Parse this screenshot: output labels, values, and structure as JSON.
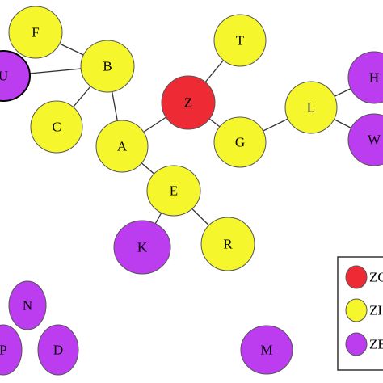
{
  "colors": {
    "red": "#ee2a35",
    "yellow": "#f5f72c",
    "purple": "#bc3cf0",
    "stroke": "#555555",
    "edge": "#333333"
  },
  "nodes": [
    {
      "id": "F",
      "label": "F",
      "color": "yellow"
    },
    {
      "id": "U",
      "label": "U",
      "color": "purple"
    },
    {
      "id": "B",
      "label": "B",
      "color": "yellow"
    },
    {
      "id": "C",
      "label": "C",
      "color": "yellow"
    },
    {
      "id": "A",
      "label": "A",
      "color": "yellow"
    },
    {
      "id": "Z",
      "label": "Z",
      "color": "red"
    },
    {
      "id": "T",
      "label": "T",
      "color": "yellow"
    },
    {
      "id": "G",
      "label": "G",
      "color": "yellow"
    },
    {
      "id": "L",
      "label": "L",
      "color": "yellow"
    },
    {
      "id": "H",
      "label": "H",
      "color": "purple"
    },
    {
      "id": "W",
      "label": "W",
      "color": "purple"
    },
    {
      "id": "E",
      "label": "E",
      "color": "yellow"
    },
    {
      "id": "K",
      "label": "K",
      "color": "purple"
    },
    {
      "id": "R",
      "label": "R",
      "color": "yellow"
    },
    {
      "id": "N",
      "label": "N",
      "color": "purple"
    },
    {
      "id": "P",
      "label": "P",
      "color": "purple"
    },
    {
      "id": "D",
      "label": "D",
      "color": "purple"
    },
    {
      "id": "M",
      "label": "M",
      "color": "purple"
    }
  ],
  "edges": [
    [
      "F",
      "B"
    ],
    [
      "U",
      "B"
    ],
    [
      "B",
      "C"
    ],
    [
      "B",
      "A"
    ],
    [
      "A",
      "Z"
    ],
    [
      "Z",
      "T"
    ],
    [
      "Z",
      "G"
    ],
    [
      "G",
      "L"
    ],
    [
      "L",
      "H"
    ],
    [
      "L",
      "W"
    ],
    [
      "A",
      "E"
    ],
    [
      "E",
      "K"
    ],
    [
      "E",
      "R"
    ]
  ],
  "legend": [
    {
      "label": "ZC",
      "color": "red"
    },
    {
      "label": "ZI",
      "color": "yellow"
    },
    {
      "label": "ZE",
      "color": "purple"
    }
  ]
}
